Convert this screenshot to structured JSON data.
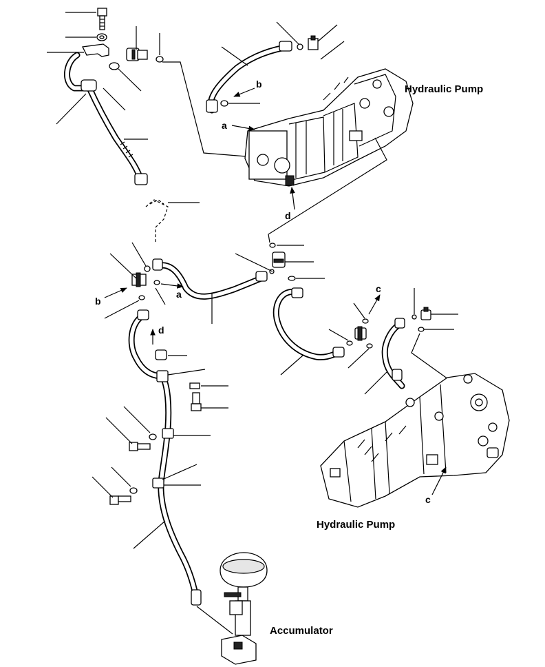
{
  "labels": {
    "pump_top": "Hydraulic Pump",
    "pump_bottom": "Hydraulic Pump",
    "accumulator": "Accumulator",
    "ref_a_top": "a",
    "ref_b_top": "b",
    "ref_d_top": "d",
    "ref_a_mid": "a",
    "ref_b_mid": "b",
    "ref_d_mid": "d",
    "ref_c_mid": "c",
    "ref_c_bottom": "c"
  }
}
